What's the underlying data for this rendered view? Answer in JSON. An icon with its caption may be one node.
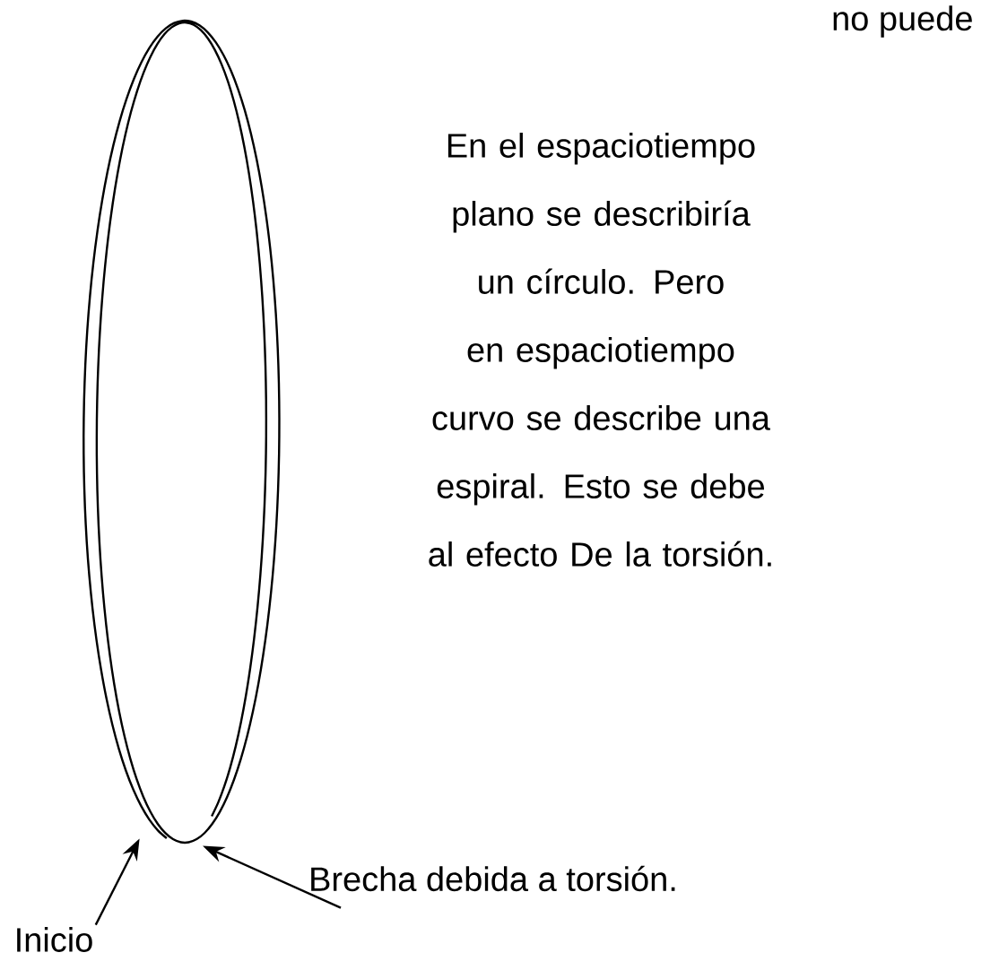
{
  "diagram": {
    "nodes": [
      {
        "text": [],
        "shape": "spiral"
      },
      {
        "text": [
          "Inicio"
        ]
      },
      {
        "text": [
          "Brecha debida a torsión."
        ]
      }
    ],
    "edges": [
      {
        "from": 1,
        "to": 0,
        "arrow": "to"
      },
      {
        "from": 2,
        "to": 0,
        "arrow": "to"
      }
    ],
    "labels": [
      "no puede",
      "En el espaciotiempo plano se describiría un círculo. Pero en espaciotiempo curvo se describe una espiral. Esto se debe al efecto De la torsión."
    ]
  }
}
